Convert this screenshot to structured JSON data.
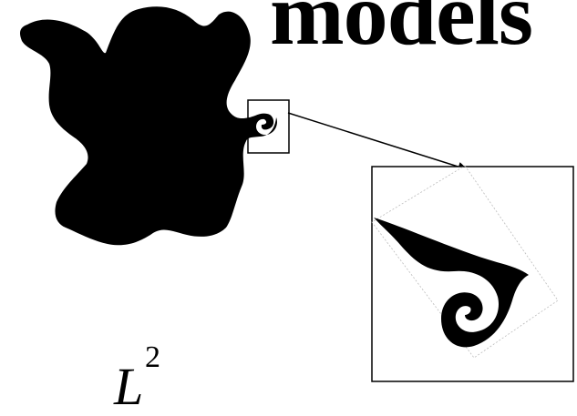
{
  "title": "models",
  "formula": {
    "symbol": "L",
    "superscript": "2"
  },
  "colors": {
    "shape": "#000000",
    "background": "#ffffff",
    "guide": "#bbbbbb"
  },
  "icons": [
    "blob-shape",
    "curl-shape",
    "zoom-arrow"
  ]
}
